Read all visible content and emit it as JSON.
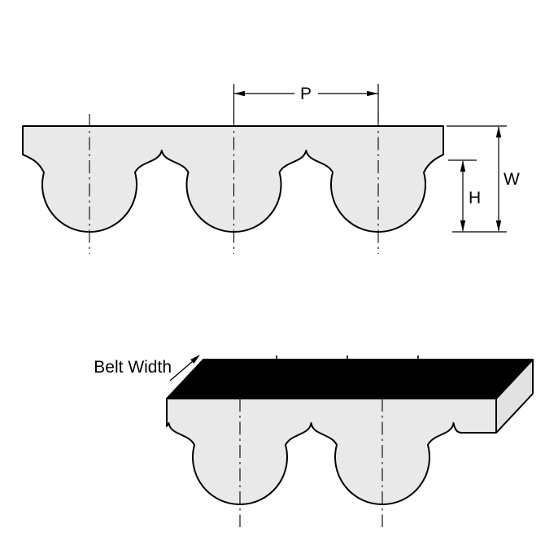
{
  "labels": {
    "pitch": "P",
    "width": "W",
    "height": "H",
    "belt_width": "Belt Width"
  },
  "colors": {
    "line": "#000000",
    "belt_fill": "#e9e9e9",
    "belt_side_fill": "#e2e2e2",
    "top_face_fill": "#000000",
    "background": "#ffffff"
  }
}
